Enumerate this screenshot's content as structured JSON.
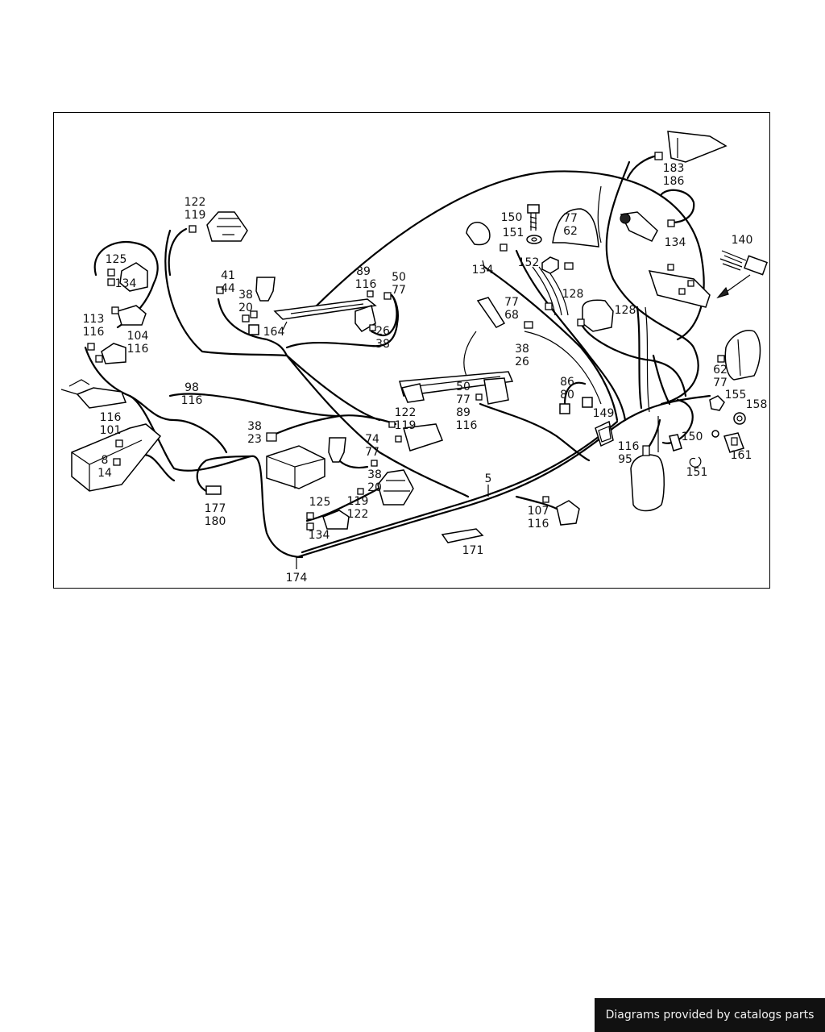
{
  "footer": {
    "text": "Diagrams provided by catalogs parts"
  },
  "callouts": [
    {
      "id": "c-183-186",
      "lines": [
        "183",
        "186"
      ]
    },
    {
      "id": "c-122-119-top",
      "lines": [
        "122",
        "119"
      ]
    },
    {
      "id": "c-150-151-top",
      "lines": [
        "150",
        "151"
      ]
    },
    {
      "id": "c-77-62-top",
      "lines": [
        "77",
        "62"
      ]
    },
    {
      "id": "c-134-horn",
      "lines": [
        "134"
      ]
    },
    {
      "id": "c-140",
      "lines": [
        "140"
      ]
    },
    {
      "id": "c-125-134-left",
      "lines": [
        "125",
        "134"
      ]
    },
    {
      "id": "c-134-mid",
      "lines": [
        "134"
      ]
    },
    {
      "id": "c-152",
      "lines": [
        "152"
      ]
    },
    {
      "id": "c-89-116-top",
      "lines": [
        "89",
        "116"
      ]
    },
    {
      "id": "c-50-77-top",
      "lines": [
        "50",
        "77"
      ]
    },
    {
      "id": "c-41-44",
      "lines": [
        "41",
        "44"
      ]
    },
    {
      "id": "c-38-20-top",
      "lines": [
        "38",
        "20"
      ]
    },
    {
      "id": "c-128-left",
      "lines": [
        "128"
      ]
    },
    {
      "id": "c-128-right",
      "lines": [
        "128"
      ]
    },
    {
      "id": "c-113-116",
      "lines": [
        "113",
        "116"
      ]
    },
    {
      "id": "c-77-68",
      "lines": [
        "77",
        "68"
      ]
    },
    {
      "id": "c-104-116",
      "lines": [
        "104",
        "116"
      ]
    },
    {
      "id": "c-164",
      "lines": [
        "164"
      ]
    },
    {
      "id": "c-26-38",
      "lines": [
        "26",
        "38"
      ]
    },
    {
      "id": "c-38-26",
      "lines": [
        "38",
        "26"
      ]
    },
    {
      "id": "c-62-77-right",
      "lines": [
        "62",
        "77"
      ]
    },
    {
      "id": "c-98-116",
      "lines": [
        "98",
        "116"
      ]
    },
    {
      "id": "c-86-80",
      "lines": [
        "86",
        "80"
      ]
    },
    {
      "id": "c-155",
      "lines": [
        "155"
      ]
    },
    {
      "id": "c-158",
      "lines": [
        "158"
      ]
    },
    {
      "id": "c-50-77-89-116",
      "lines": [
        "50",
        "77",
        "89",
        "116"
      ]
    },
    {
      "id": "c-122-119-mid",
      "lines": [
        "122",
        "119"
      ]
    },
    {
      "id": "c-149",
      "lines": [
        "149"
      ]
    },
    {
      "id": "c-116-101",
      "lines": [
        "116",
        "101"
      ]
    },
    {
      "id": "c-38-23",
      "lines": [
        "38",
        "23"
      ]
    },
    {
      "id": "c-74-77",
      "lines": [
        "74",
        "77"
      ]
    },
    {
      "id": "c-150-right",
      "lines": [
        "150"
      ]
    },
    {
      "id": "c-116-95",
      "lines": [
        "116",
        "95"
      ]
    },
    {
      "id": "c-161",
      "lines": [
        "161"
      ]
    },
    {
      "id": "c-8-14",
      "lines": [
        "8",
        "14"
      ]
    },
    {
      "id": "c-151-right",
      "lines": [
        "151"
      ]
    },
    {
      "id": "c-38-20-mid",
      "lines": [
        "38",
        "20"
      ]
    },
    {
      "id": "c-5",
      "lines": [
        "5"
      ]
    },
    {
      "id": "c-125-bottom",
      "lines": [
        "125"
      ]
    },
    {
      "id": "c-119-122",
      "lines": [
        "119",
        "122"
      ]
    },
    {
      "id": "c-177-180",
      "lines": [
        "177",
        "180"
      ]
    },
    {
      "id": "c-134-bottom",
      "lines": [
        "134"
      ]
    },
    {
      "id": "c-107-116",
      "lines": [
        "107",
        "116"
      ]
    },
    {
      "id": "c-171",
      "lines": [
        "171"
      ]
    },
    {
      "id": "c-174",
      "lines": [
        "174"
      ]
    }
  ]
}
